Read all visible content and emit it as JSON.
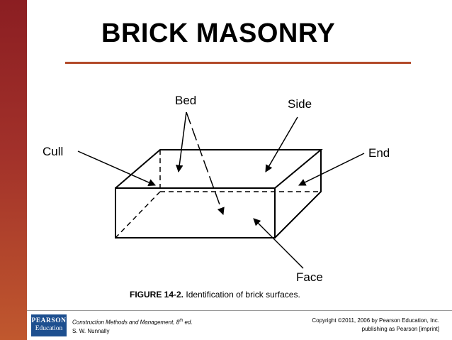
{
  "slide": {
    "title": "BRICK MASONRY",
    "accent_color": "#a2312a",
    "rule_color": "#b24a2a"
  },
  "diagram": {
    "labels": {
      "bed": "Bed",
      "side": "Side",
      "cull": "Cull",
      "end": "End",
      "face": "Face"
    }
  },
  "caption": {
    "figure_number": "FIGURE 14-2.",
    "text": " Identification of brick surfaces."
  },
  "footer": {
    "logo_line1": "PEARSON",
    "logo_line2": "Education",
    "book_title": "Construction Methods and Management, 8",
    "edition_sup": "th",
    "edition_suffix": " ed.",
    "author": "S. W. Nunnally",
    "copyright": "Copyright ©2011, 2006 by Pearson Education, Inc.",
    "imprint": "publishing as Pearson [imprint]"
  }
}
